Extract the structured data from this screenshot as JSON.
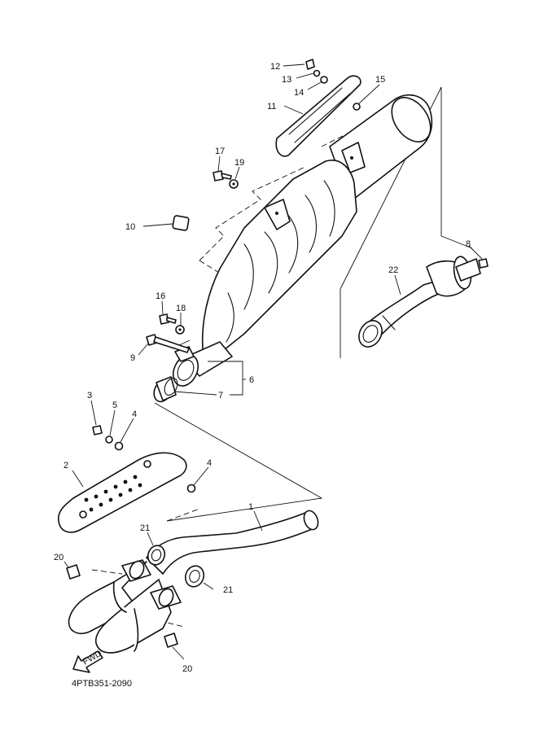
{
  "diagram": {
    "callouts": {
      "c1": "1",
      "c2": "2",
      "c3": "3",
      "c4a": "4",
      "c4b": "4",
      "c5": "5",
      "c6": "6",
      "c7": "7",
      "c8": "8",
      "c9": "9",
      "c10": "10",
      "c11": "11",
      "c12": "12",
      "c13": "13",
      "c14": "14",
      "c15": "15",
      "c16": "16",
      "c17": "17",
      "c18": "18",
      "c19": "19",
      "c20a": "20",
      "c20b": "20",
      "c21a": "21",
      "c21b": "21",
      "c22": "22"
    },
    "fwd_label": "FWD",
    "reference_code": "4PTB351-2090"
  },
  "colors": {
    "line": "#111111",
    "background": "#ffffff"
  }
}
